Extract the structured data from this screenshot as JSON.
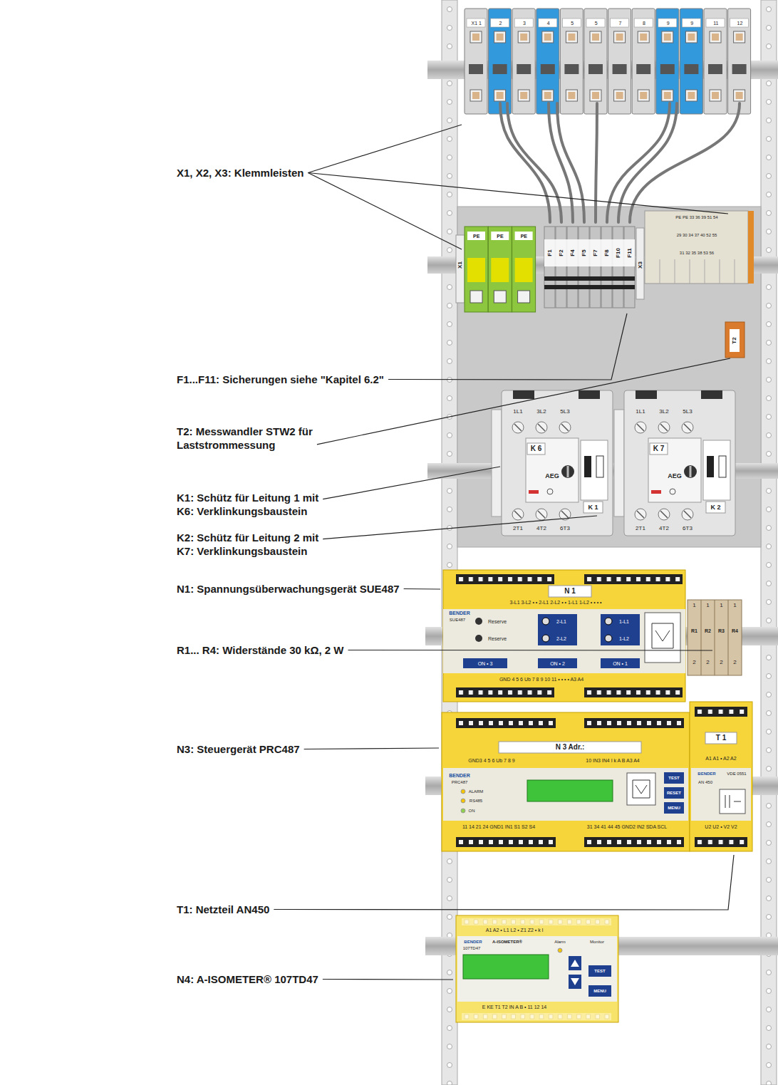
{
  "diagram": {
    "labels": [
      "X1, X2, X3: Klemmleisten",
      "F1...F11: Sicherungen siehe \"Kapitel 6.2\"",
      "T2: Messwandler STW2 für Laststrommessung",
      "K1: Schütz für Leitung 1 mit K6: Verklinkungsbaustein",
      "K2: Schütz für Leitung 2 mit K7: Verklinkungsbaustein",
      "N1: Spannungsüberwachungsgerät SUE487",
      "R1... R4: Widerstände 30 kΩ, 2 W",
      "N3: Steuergerät PRC487",
      "T1: Netzteil AN450",
      "N4: A-ISOMETER® 107TD47",
      "X1 1",
      "2",
      "3",
      "4",
      "5",
      "5",
      "7",
      "8",
      "9",
      "9",
      "11",
      "12",
      "PE",
      "PE",
      "PE",
      "X1",
      "F1",
      "F2",
      "F4",
      "F5",
      "F7",
      "F8",
      "F10",
      "F11",
      "X3",
      "PE PE 33 36 39 51 54",
      "29 30 34 37 40 52 55",
      "31 32 35 38 53 56",
      "T2",
      "1L1",
      "3L2",
      "5L3",
      "K 6",
      "AEG",
      "2T1",
      "4T2",
      "6T3",
      "K 1",
      "1L1",
      "3L2",
      "5L3",
      "K 7",
      "AEG",
      "2T1",
      "4T2",
      "6T3",
      "K 2",
      "N 1",
      "3-L1 3-L2 • • 2-L1 2-L2 • • 1-L1 1-L2 • • • •",
      "SUE487",
      "Reserve",
      "Reserve",
      "2-L1",
      "2-L2",
      "1-L1",
      "1-L2",
      "ON • 3",
      "ON • 2",
      "ON • 1",
      "GND 4 5 6 Ub 7 8 9 10 11 • • • • A3 A4",
      "BENDER",
      "1",
      "1",
      "1",
      "1",
      "R1",
      "R2",
      "R3",
      "R4",
      "2",
      "2",
      "2",
      "2",
      "N 3 Adr.:",
      "GND3 4 5 6 Ub 7 8 9",
      "10 IN3 IN4 I k A B A3 A4",
      "BENDER",
      "PRC487",
      "ALARM",
      "RS485",
      "ON",
      "TEST",
      "RESET",
      "MENU",
      "11 14 21 24 GND1 IN1 S1 S2 S4",
      "31 34 41 44 45 GND2 IN2 SDA SCL",
      "T 1",
      "A1 A1 • A2 A2",
      "BENDER",
      "VDE 0551",
      "AN 450",
      "U2 U2 • V2 V2",
      "A1 A2 • L1 L2 • Z1 Z2 • k l",
      "BENDER",
      "A-ISOMETER®",
      "107TD47",
      "Alarm",
      "Monitor",
      "TEST",
      "MENU",
      "E KE T1 T2 IN A B • 11 12 14"
    ]
  }
}
